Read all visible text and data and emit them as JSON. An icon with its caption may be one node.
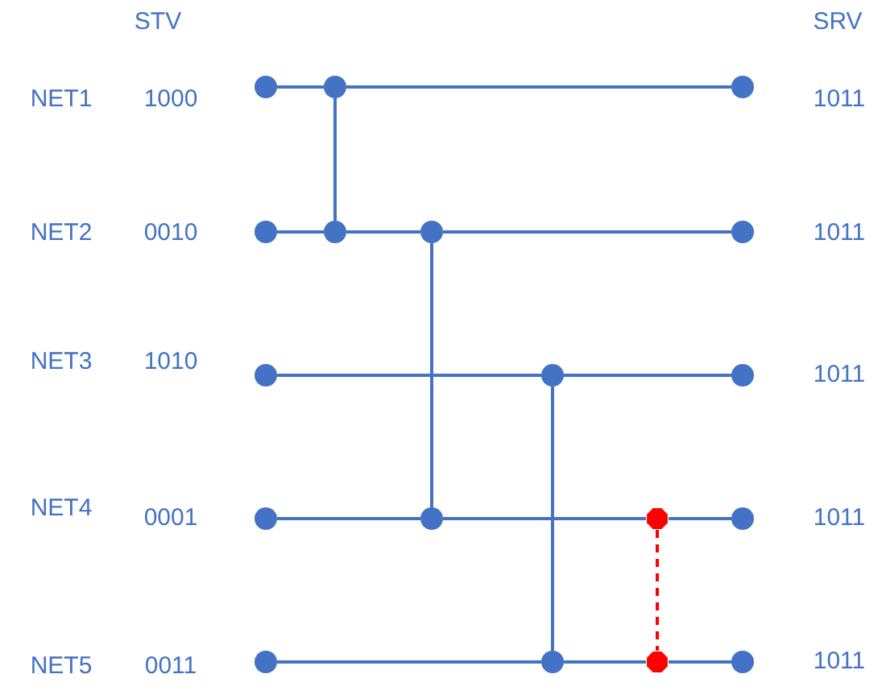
{
  "diagram": {
    "nodes": [
      {
        "text": [],
        "shape": "circle"
      },
      {
        "text": [],
        "shape": "circle"
      },
      {
        "text": [],
        "shape": "circle"
      },
      {
        "text": [],
        "shape": "circle"
      },
      {
        "text": [],
        "shape": "circle"
      },
      {
        "text": [],
        "shape": "circle"
      },
      {
        "text": [],
        "shape": "circle"
      },
      {
        "text": [],
        "shape": "circle"
      },
      {
        "text": [],
        "shape": "circle"
      },
      {
        "text": [],
        "shape": "circle"
      },
      {
        "text": [],
        "shape": "circle"
      },
      {
        "text": [],
        "shape": "circle"
      },
      {
        "text": [],
        "shape": "octagon"
      },
      {
        "text": [],
        "shape": "circle"
      },
      {
        "text": [],
        "shape": "circle"
      },
      {
        "text": [],
        "shape": "circle"
      },
      {
        "text": [],
        "shape": "octagon"
      },
      {
        "text": [],
        "shape": "circle"
      }
    ],
    "edges": [
      {
        "from": 0,
        "to": 1,
        "arrow": "none"
      },
      {
        "from": 1,
        "to": 2,
        "arrow": "none"
      },
      {
        "from": 3,
        "to": 4,
        "arrow": "none"
      },
      {
        "from": 4,
        "to": 5,
        "arrow": "none"
      },
      {
        "from": 5,
        "to": 6,
        "arrow": "none"
      },
      {
        "from": 7,
        "to": 8,
        "arrow": "none"
      },
      {
        "from": 8,
        "to": 9,
        "arrow": "none"
      },
      {
        "from": 10,
        "to": 11,
        "arrow": "none"
      },
      {
        "from": 11,
        "to": 12,
        "arrow": "none"
      },
      {
        "from": 12,
        "to": 13,
        "arrow": "none"
      },
      {
        "from": 14,
        "to": 15,
        "arrow": "none"
      },
      {
        "from": 15,
        "to": 16,
        "arrow": "none"
      },
      {
        "from": 16,
        "to": 17,
        "arrow": "none"
      },
      {
        "from": 1,
        "to": 4,
        "arrow": "none"
      },
      {
        "from": 5,
        "to": 11,
        "arrow": "none"
      },
      {
        "from": 8,
        "to": 15,
        "arrow": "none"
      },
      {
        "from": 12,
        "to": 16,
        "arrow": "none",
        "style": "dashed",
        "color": "#ff0000"
      }
    ],
    "labels": [
      "STV",
      "SRV",
      "NET1",
      "1000",
      "1011",
      "NET2",
      "0010",
      "1011",
      "NET3",
      "1010",
      "1011",
      "NET4",
      "0001",
      "1011",
      "NET5",
      "0011",
      "1011"
    ]
  }
}
